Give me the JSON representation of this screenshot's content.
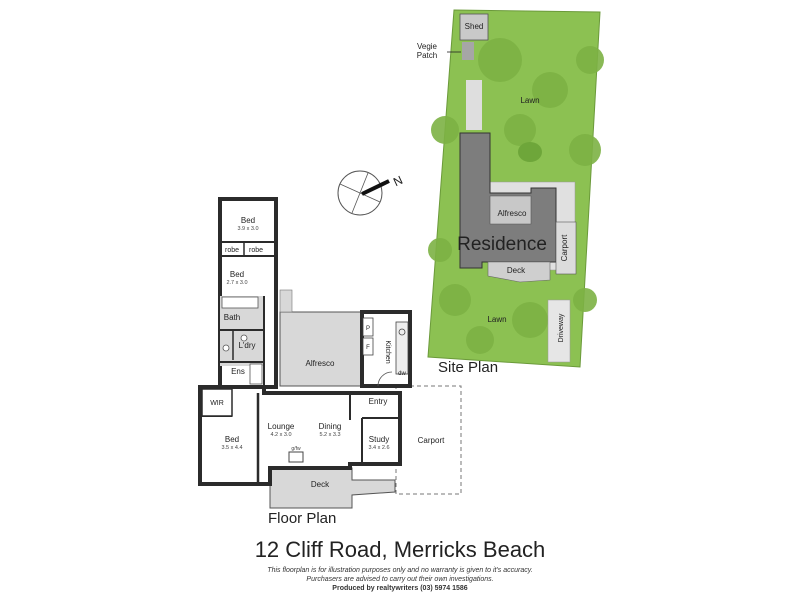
{
  "address": "12 Cliff Road, Merricks Beach",
  "floor_plan_title": "Floor  Plan",
  "site_plan_title": "Site Plan",
  "compass_label": "N",
  "site": {
    "shed": "Shed",
    "vegie_patch_line1": "Vegie",
    "vegie_patch_line2": "Patch",
    "lawn_top": "Lawn",
    "alfresco": "Alfresco",
    "residence": "Residence",
    "carport": "Carport",
    "deck": "Deck",
    "lawn_bottom": "Lawn",
    "driveway": "Driveway"
  },
  "rooms": {
    "bed1": {
      "name": "Bed",
      "dims": "3.9 x 3.0"
    },
    "robe1": "robe",
    "robe2": "robe",
    "bed2": {
      "name": "Bed",
      "dims": "2.7 x 3.0"
    },
    "bath": "Bath",
    "ldry": "L'dry",
    "ens": "Ens",
    "alfresco": "Alfresco",
    "kitchen": "Kitchen",
    "pantry_p": "P",
    "fridge_f": "F",
    "dw": "dw",
    "wir": "WIR",
    "bed3": {
      "name": "Bed",
      "dims": "3.5 x 4.4"
    },
    "lounge": {
      "name": "Lounge",
      "dims": "4.2 x 3.0"
    },
    "dining": {
      "name": "Dining",
      "dims": "5.2 x 3.3"
    },
    "entry": "Entry",
    "study": {
      "name": "Study",
      "dims": "3.4 x 2.6"
    },
    "carport": "Carport",
    "deck": "Deck",
    "heater": "g/fw"
  },
  "disclaimer": {
    "line1": "This floorplan is for illustration purposes only and no warranty is given to it's accuracy.",
    "line2": "Purchasers are advised to carry out their own investigations.",
    "line3": "Produced by realtywriters (03) 5974 1586"
  },
  "colors": {
    "lawn": "#8cc152",
    "residence": "#7d7d7d",
    "paving": "#d9d9d9",
    "room_fill": "#ffffff",
    "outdoor_fill": "#d8d8d8",
    "wall": "#2b2b2b"
  }
}
